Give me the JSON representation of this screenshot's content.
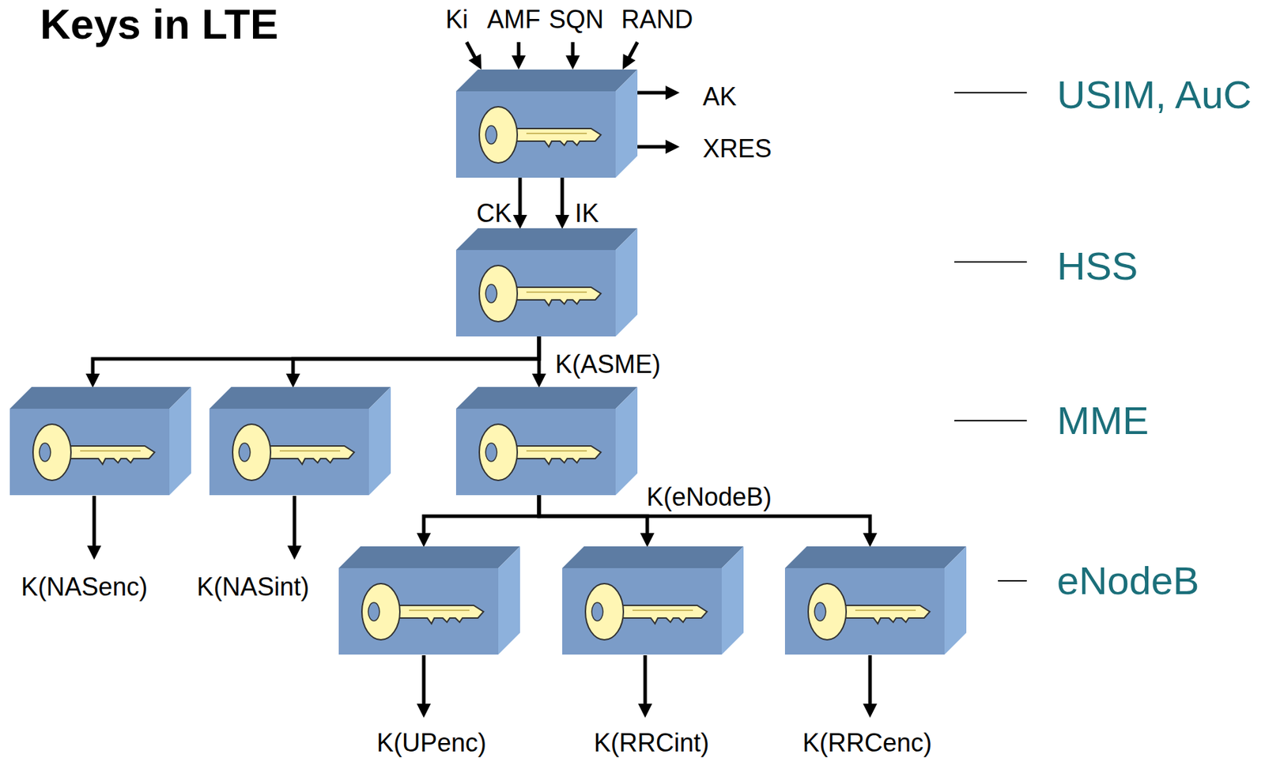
{
  "diagram": {
    "title": "Keys in LTE",
    "nodes": [
      {
        "text": []
      },
      {
        "text": []
      },
      {
        "text": []
      },
      {
        "text": []
      },
      {
        "text": []
      },
      {
        "text": []
      },
      {
        "text": []
      },
      {
        "text": []
      }
    ],
    "edges": [
      {
        "from": 0,
        "to": 1,
        "label": "CK",
        "arrow": "to"
      },
      {
        "from": 0,
        "to": 1,
        "label": "IK",
        "arrow": "to"
      },
      {
        "from": 1,
        "to": 2,
        "arrow": "to"
      },
      {
        "from": 1,
        "to": 3,
        "arrow": "to"
      },
      {
        "from": 1,
        "to": 4,
        "label": "K(ASME)",
        "arrow": "to"
      },
      {
        "from": 4,
        "to": 5,
        "arrow": "to"
      },
      {
        "from": 4,
        "to": 6,
        "label": "K(eNodeB)",
        "arrow": "to"
      },
      {
        "from": 4,
        "to": 7,
        "arrow": "to"
      }
    ],
    "labels": [
      "Ki",
      "AMF",
      "SQN",
      "RAND",
      "AK",
      "XRES",
      "K(NASenc)",
      "K(NASint)",
      "K(UPenc)",
      "K(RRCint)",
      "K(RRCenc)",
      "USIM, AuC",
      "HSS",
      "MME",
      "eNodeB"
    ]
  }
}
